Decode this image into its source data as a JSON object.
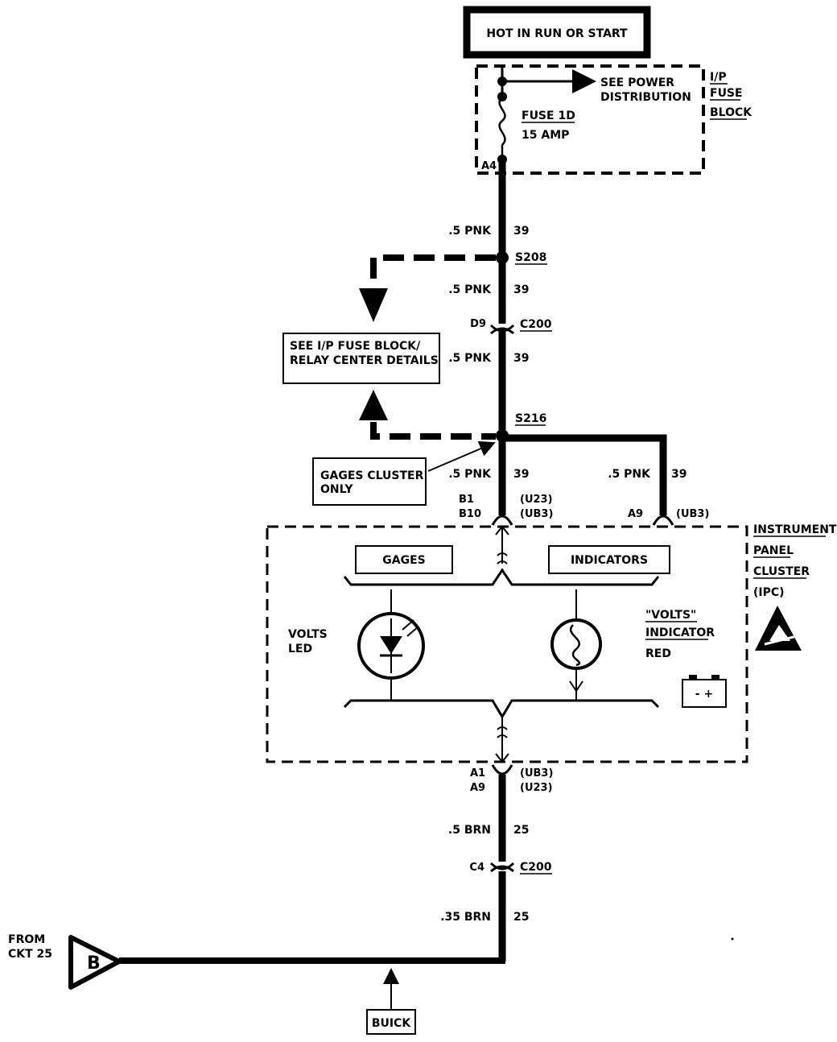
{
  "header_box": "HOT IN RUN OR START",
  "fuse_block": {
    "title_lines": [
      "I/P",
      "FUSE",
      "BLOCK"
    ],
    "see_power_lines": [
      "SEE POWER",
      "DISTRIBUTION"
    ],
    "fuse_name": "FUSE 1D",
    "fuse_rating": "15 AMP",
    "terminal": "A4"
  },
  "splices": {
    "upper": "S208",
    "lower": "S216"
  },
  "connectors": {
    "c200_top": {
      "name": "C200",
      "pin": "D9"
    },
    "c200_bottom": {
      "name": "C200",
      "pin": "C4"
    }
  },
  "wires": {
    "w1": {
      "gauge": ".5 PNK",
      "circuit": "39"
    },
    "w2": {
      "gauge": ".5 PNK",
      "circuit": "39"
    },
    "w3": {
      "gauge": ".5 PNK",
      "circuit": "39"
    },
    "w4": {
      "gauge": ".5 PNK",
      "circuit": "39"
    },
    "w5": {
      "gauge": ".5 PNK",
      "circuit": "39"
    },
    "w6": {
      "gauge": ".5 BRN",
      "circuit": "25"
    },
    "w7": {
      "gauge": ".35 BRN",
      "circuit": "25"
    }
  },
  "relay_box_lines": [
    "SEE I/P FUSE BLOCK/",
    "RELAY CENTER DETAILS"
  ],
  "gages_cluster_lines": [
    "GAGES CLUSTER",
    "ONLY"
  ],
  "ipc_pins": {
    "top_left": [
      "B1",
      "B10"
    ],
    "top_left_options": [
      "(U23)",
      "(UB3)"
    ],
    "top_right": "A9",
    "top_right_option": "(UB3)",
    "bottom": [
      "A1",
      "A9"
    ],
    "bottom_options": [
      "(UB3)",
      "(U23)"
    ]
  },
  "ipc": {
    "title_lines": [
      "INSTRUMENT",
      "PANEL",
      "CLUSTER",
      "(IPC)"
    ],
    "gages_label": "GAGES",
    "indicators_label": "INDICATORS",
    "volts_led_lines": [
      "VOLTS",
      "LED"
    ],
    "volts_indicator_lines": [
      "\"VOLTS\"",
      "INDICATOR",
      "RED"
    ],
    "battery_symbol": "- +"
  },
  "source": {
    "from_lines": [
      "FROM",
      "CKT 25"
    ],
    "letter": "B"
  },
  "buick_label": "BUICK",
  "icons": {
    "esd": "esd-warning-icon",
    "battery": "battery-icon"
  }
}
